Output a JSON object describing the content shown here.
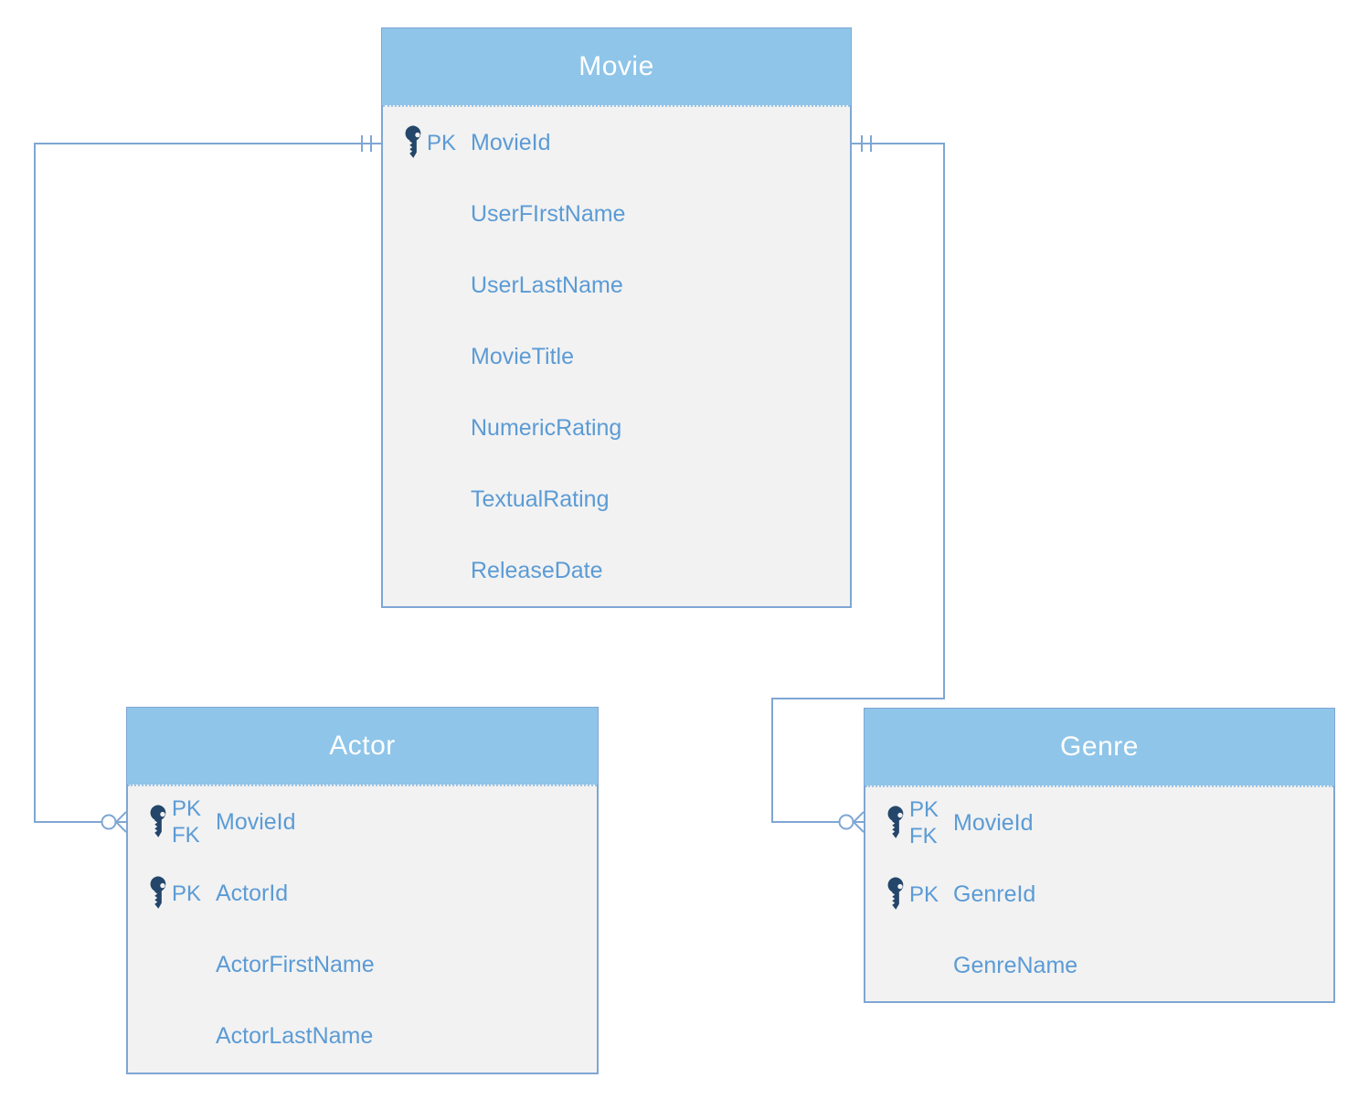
{
  "colors": {
    "header_fill": "#8FC5E9",
    "body_fill": "#F2F2F2",
    "border": "#7FA6D4",
    "connector": "#7FA6D4",
    "header_text": "#FFFFFF",
    "attribute_text": "#5B9BD5",
    "key_icon": "#24466B"
  },
  "entities": {
    "movie": {
      "title": "Movie",
      "attributes": [
        {
          "key_labels": [
            "PK"
          ],
          "name": "MovieId"
        },
        {
          "key_labels": [],
          "name": "UserFIrstName"
        },
        {
          "key_labels": [],
          "name": "UserLastName"
        },
        {
          "key_labels": [],
          "name": "MovieTitle"
        },
        {
          "key_labels": [],
          "name": "NumericRating"
        },
        {
          "key_labels": [],
          "name": "TextualRating"
        },
        {
          "key_labels": [],
          "name": "ReleaseDate"
        }
      ]
    },
    "actor": {
      "title": "Actor",
      "attributes": [
        {
          "key_labels": [
            "PK",
            "FK"
          ],
          "name": "MovieId"
        },
        {
          "key_labels": [
            "PK"
          ],
          "name": "ActorId"
        },
        {
          "key_labels": [],
          "name": "ActorFirstName"
        },
        {
          "key_labels": [],
          "name": "ActorLastName"
        }
      ]
    },
    "genre": {
      "title": "Genre",
      "attributes": [
        {
          "key_labels": [
            "PK",
            "FK"
          ],
          "name": "MovieId"
        },
        {
          "key_labels": [
            "PK"
          ],
          "name": "GenreId"
        },
        {
          "key_labels": [],
          "name": "GenreName"
        }
      ]
    }
  },
  "relationships": [
    {
      "id": "movie-actor",
      "from_entity": "Movie",
      "to_entity": "Actor",
      "from_cardinality": "exactly-one",
      "to_cardinality": "zero-or-many",
      "notation": "crows-foot"
    },
    {
      "id": "movie-genre",
      "from_entity": "Movie",
      "to_entity": "Genre",
      "from_cardinality": "exactly-one",
      "to_cardinality": "zero-or-many",
      "notation": "crows-foot"
    }
  ]
}
